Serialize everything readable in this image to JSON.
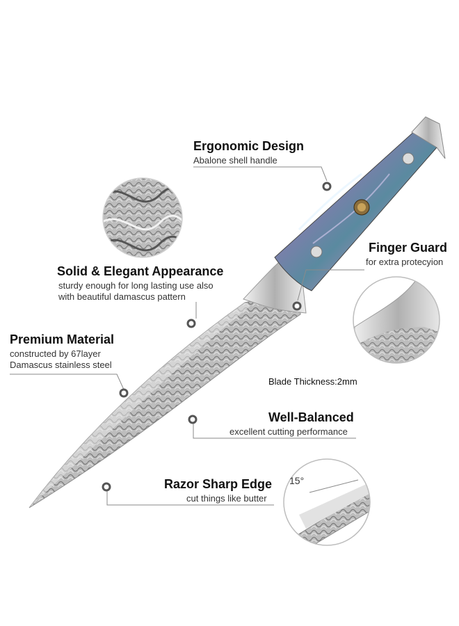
{
  "features": {
    "ergonomic": {
      "title": "Ergonomic Design",
      "subtitle": "Abalone shell handle"
    },
    "finger_guard": {
      "title": "Finger Guard",
      "subtitle": "for extra protecyion"
    },
    "solid": {
      "title": "Solid & Elegant Appearance",
      "subtitle_line1": "sturdy enough for long lasting use also",
      "subtitle_line2": "with beautiful damascus pattern"
    },
    "premium": {
      "title": "Premium Material",
      "subtitle_line1": "constructed by 67layer",
      "subtitle_line2": "Damascus stainless steel"
    },
    "balanced": {
      "title": "Well-Balanced",
      "subtitle": "excellent cutting performance"
    },
    "razor": {
      "title": "Razor Sharp Edge",
      "subtitle": "cut things like butter"
    }
  },
  "blade_thickness": "Blade Thickness:2mm",
  "edge_angle": "15°",
  "colors": {
    "text": "#111111",
    "leader": "#8a8a8a",
    "steel": "#c9c9c9"
  }
}
